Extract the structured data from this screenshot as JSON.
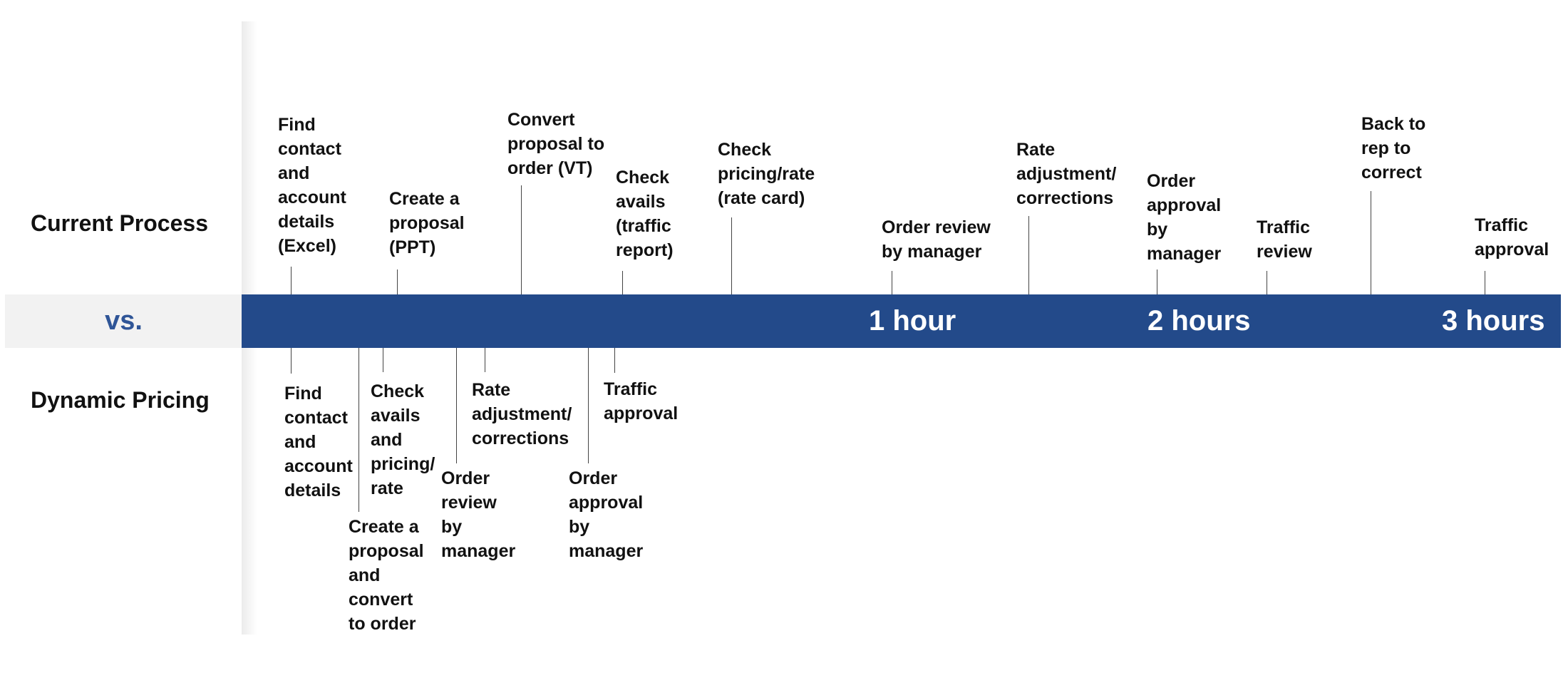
{
  "row_labels": {
    "current": "Current Process",
    "vs": "vs.",
    "dynamic": "Dynamic Pricing"
  },
  "hour_labels": [
    "1 hour",
    "2 hours",
    "3 hours"
  ],
  "current_steps": [
    "Find\ncontact\nand\naccount\ndetails\n(Excel)",
    "Create a\nproposal\n(PPT)",
    "Convert\nproposal to\norder (VT)",
    "Check\navails\n(traffic\nreport)",
    "Check\npricing/rate\n(rate card)",
    "Order review\nby manager",
    "Rate\nadjustment/\ncorrections",
    "Order\napproval\nby\nmanager",
    "Traffic\nreview",
    "Back to\nrep to\ncorrect",
    "Traffic\napproval"
  ],
  "dynamic_steps": [
    "Find\ncontact\nand\naccount\ndetails",
    "Create a\nproposal\nand\nconvert\nto order",
    "Check\navails\nand\npricing/\nrate",
    "Order\nreview\nby\nmanager",
    "Rate\nadjustment/\ncorrections",
    "Order\napproval\nby\nmanager",
    "Traffic\napproval"
  ],
  "colors": {
    "bar": "#234a8a",
    "vs_text": "#2f5597",
    "vs_band": "#f2f2f2",
    "text": "#111111",
    "tick": "#444444"
  }
}
